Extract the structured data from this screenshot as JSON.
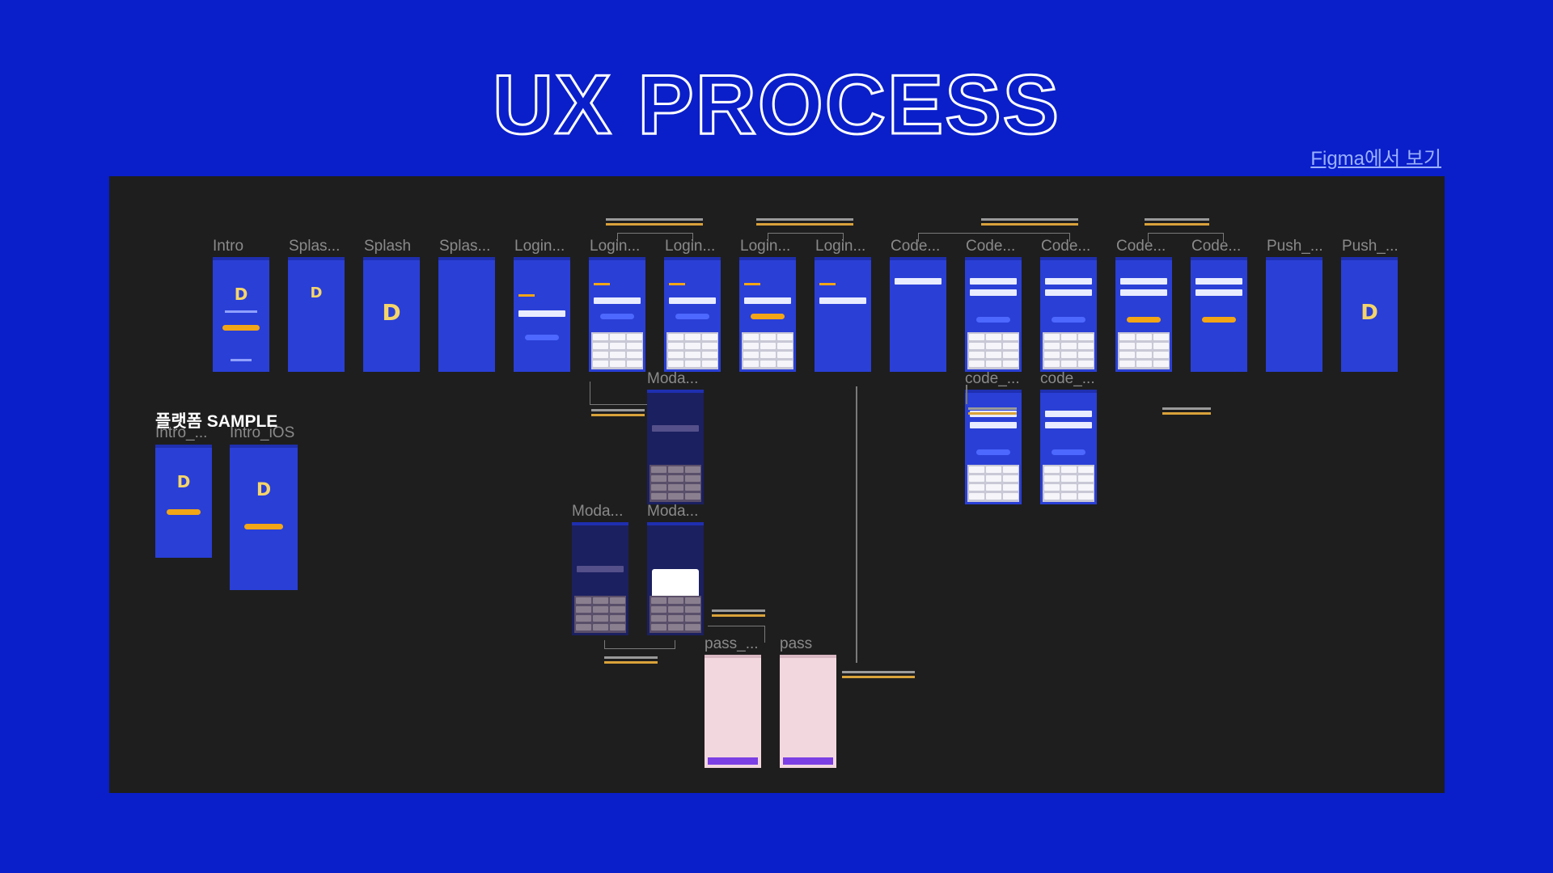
{
  "header": {
    "title": "UX PROCESS",
    "figma_link": "Figma에서 보기"
  },
  "board": {
    "frame_labels": [
      "Intro",
      "Splas...",
      "Splash",
      "Splas...",
      "Login...",
      "Login...",
      "Login...",
      "Login...",
      "Login...",
      "Code...",
      "Code...",
      "Code...",
      "Code...",
      "Code...",
      "Push_...",
      "Push_..."
    ],
    "modal_labels": [
      "Moda...",
      "Moda...",
      "Moda..."
    ],
    "code_labels": [
      "code_...",
      "code_..."
    ],
    "pass_labels": [
      "pass_...",
      "pass"
    ],
    "sample": {
      "title": "플랫폼 SAMPLE",
      "labels": [
        "Intro_...",
        "Intro_iOS"
      ]
    },
    "logo_glyph": "D"
  }
}
